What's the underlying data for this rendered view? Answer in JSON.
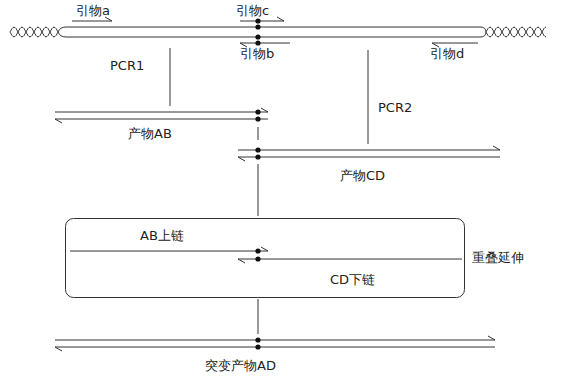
{
  "diagram": {
    "nodes": [
      {
        "text": [
          "AB上链",
          "CD下链",
          "重叠延伸"
        ]
      }
    ],
    "labels": [
      "引物a",
      "引物c",
      "引物b",
      "引物d",
      "PCR1",
      "PCR2",
      "产物AB",
      "产物CD",
      "突变产物AD"
    ]
  }
}
